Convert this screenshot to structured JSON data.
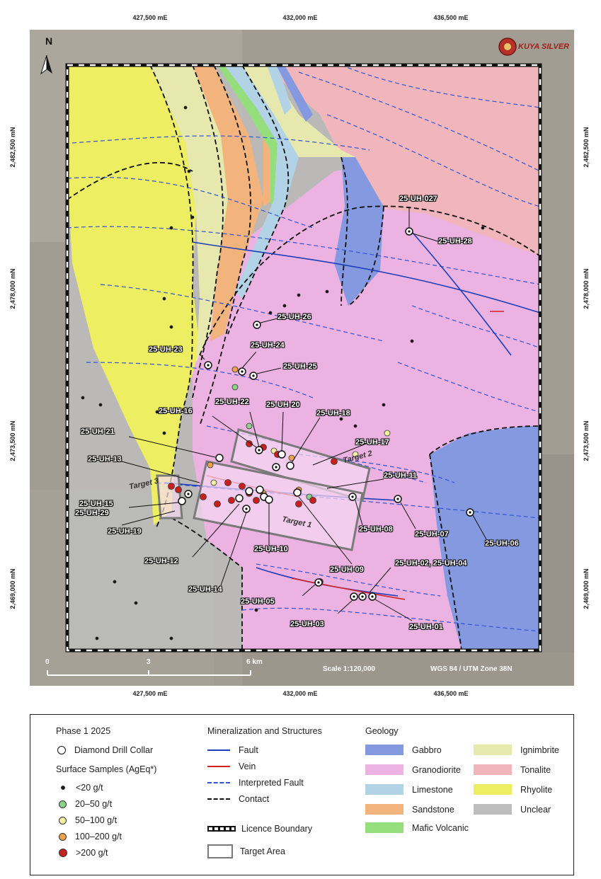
{
  "map": {
    "brand": "KUYA SILVER",
    "north_label": "N",
    "easting_labels": [
      "427,500 mE",
      "432,000 mE",
      "436,500 mE"
    ],
    "northing_labels": [
      "2,482,500 mN",
      "2,478,000 mN",
      "2,473,500 mN",
      "2,469,000 mN"
    ],
    "scale_ticks": [
      "0",
      "3",
      "6 km"
    ],
    "scale_text": "Scale 1:120,000",
    "crs_text": "WGS 84 / UTM Zone 38N",
    "targets": [
      "Target 1",
      "Target 2",
      "Target 3"
    ],
    "drill_holes": [
      "25-UH-027",
      "25-UH-28",
      "25-UH-26",
      "25-UH-23",
      "25-UH-24",
      "25-UH-25",
      "25-UH-16",
      "25-UH-22",
      "25-UH-20",
      "25-UH-18",
      "25-UH-21",
      "25-UH-17",
      "25-UH-13",
      "25-UH-11",
      "25-UH-15",
      "25-UH-29",
      "25-UH-19",
      "25-UH-08",
      "25-UH-07",
      "25-UH-06",
      "25-UH-10",
      "25-UH-12",
      "25-UH-09",
      "25-UH-02, 25-UH-04",
      "25-UH-14",
      "25-UH-05",
      "25-UH-03",
      "25-UH-01"
    ]
  },
  "legend": {
    "phase_title": "Phase 1 2025",
    "collar": "Diamond Drill Collar",
    "samples_title": "Surface Samples (AgEq*)",
    "samples": [
      {
        "label": "<20 g/t",
        "color": "#1a1a1a"
      },
      {
        "label": "20–50 g/t",
        "color": "#8fd18a"
      },
      {
        "label": "50–100 g/t",
        "color": "#f3f2a4"
      },
      {
        "label": "100–200 g/t",
        "color": "#f0a24e"
      },
      {
        "label": ">200 g/t",
        "color": "#c8201f"
      }
    ],
    "structures_title": "Mineralization and Structures",
    "structures": [
      "Fault",
      "Vein",
      "Interpreted Fault",
      "Contact"
    ],
    "licence": "Licence Boundary",
    "target_area": "Target Area",
    "geology_title": "Geology",
    "geology": [
      {
        "label": "Gabbro",
        "color": "#8599e0"
      },
      {
        "label": "Granodiorite",
        "color": "#ecb2e2"
      },
      {
        "label": "Limestone",
        "color": "#b2d2e6"
      },
      {
        "label": "Sandstone",
        "color": "#f2b47c"
      },
      {
        "label": "Mafic Volcanic",
        "color": "#94de7c"
      },
      {
        "label": "Ignimbrite",
        "color": "#e6e8ad"
      },
      {
        "label": "Tonalite",
        "color": "#f1b6bc"
      },
      {
        "label": "Rhyolite",
        "color": "#eeee62"
      },
      {
        "label": "Unclear",
        "color": "#bdbdbd"
      }
    ]
  }
}
